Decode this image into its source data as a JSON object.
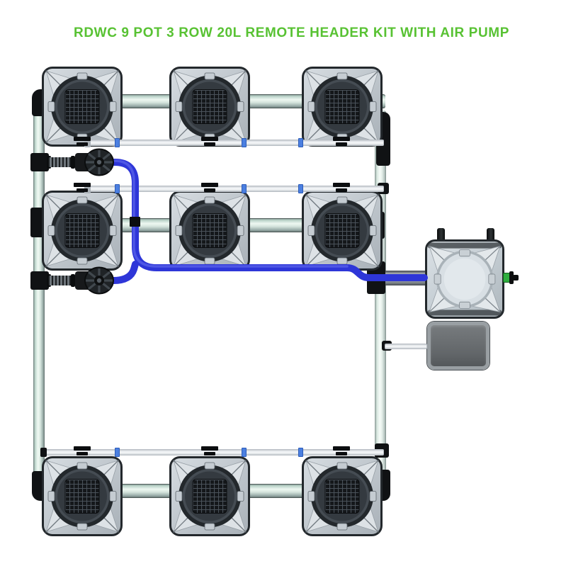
{
  "title": {
    "text": "RDWC 9 POT 3 ROW 20L REMOTE HEADER KIT WITH AIR PUMP"
  },
  "colors": {
    "title_green": "#58c233",
    "tube_blue": "#2e36d8",
    "tube_sheen": "#6a72f0",
    "marker_blue": "#4b7fe0",
    "fitting_green": "#2fae3f",
    "pipe_mint": "#d6e5de",
    "pump_gray": "#626669"
  },
  "diagram": {
    "type": "hydroponic-system-diagram",
    "system": "RDWC recirculating deep water culture kit, top view",
    "pot_rows": 3,
    "pot_columns": 3,
    "pot_count": 9,
    "pot_volume": "20L",
    "components": {
      "grow_pot": "square pot with round net-pot lid insert, 9 units in 3 rows",
      "header_tank": "remote header tank with plain round lid, right side",
      "air_pump": "air pump box below header tank",
      "valves": "2 shut-off valves with blue feed tubing on left manifold",
      "water_pipes": "mint-green recirculation pipework linking pot rows and side manifolds",
      "air_lines": "white air lines with blue tube fittings and black clips per pot",
      "feed_tube": "blue tubing from row valves to remote header tank",
      "green_fitting": "green outlet fitting on right side of header tank"
    }
  }
}
